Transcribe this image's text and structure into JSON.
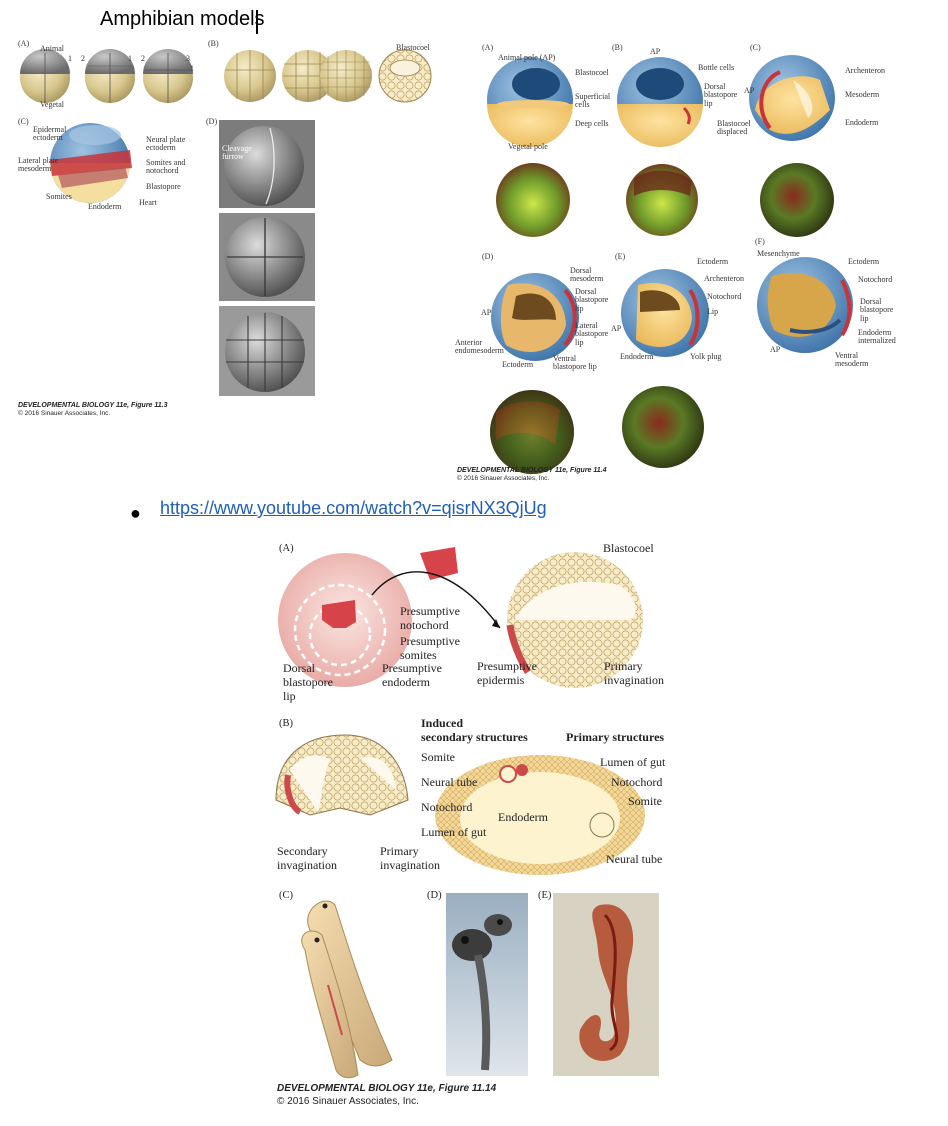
{
  "slide": {
    "title": "Amphibian models",
    "link": "https://www.youtube.com/watch?v=qisrNX3QjUg"
  },
  "fig113": {
    "panel_a": "(A)",
    "panel_b": "(B)",
    "panel_c": "(C)",
    "panel_d": "(D)",
    "animal": "Animal",
    "vegetal": "Vegetal",
    "n1": "1",
    "n2": "2",
    "n3": "3",
    "blastocoel": "Blastocoel",
    "epidermal_ectoderm": "Epidermal\nectoderm",
    "lateral_plate": "Lateral plate\nmesoderm",
    "somites": "Somites",
    "endoderm": "Endoderm",
    "heart": "Heart",
    "blastopore": "Blastopore",
    "somites_notochord": "Somites and\nnotochord",
    "neural_plate": "Neural plate\nectoderm",
    "cleavage_furrow": "Cleavage\nfurrow",
    "credit_title": "DEVELOPMENTAL BIOLOGY 11e, Figure 11.3",
    "credit_copy": "© 2016 Sinauer Associates, Inc."
  },
  "fig114": {
    "panel_a": "(A)",
    "panel_b": "(B)",
    "panel_c": "(C)",
    "panel_d": "(D)",
    "panel_e": "(E)",
    "panel_f": "(F)",
    "animal_pole": "Animal pole (AP)",
    "vegetal_pole": "Vegetal pole",
    "blastocoel": "Blastocoel",
    "superficial_cells": "Superficial\ncells",
    "deep_cells": "Deep cells",
    "ap": "AP",
    "bottle_cells": "Bottle cells",
    "dorsal_blastopore_lip": "Dorsal\nblastopore\nlip",
    "archenteron": "Archenteron",
    "mesoderm": "Mesoderm",
    "endoderm": "Endoderm",
    "blastocoel_displaced": "Blastocoel\ndisplaced",
    "dorsal_mesoderm": "Dorsal\nmesoderm",
    "lateral_blastopore_lip": "Lateral\nblastopore\nlip",
    "anterior_endomesoderm": "Anterior\nendomesoderm",
    "ectoderm": "Ectoderm",
    "ventral_blastopore_lip": "Ventral\nblastopore lip",
    "notochord": "Notochord",
    "lip": "Lip",
    "yolk_plug": "Yolk plug",
    "mesenchyme": "Mesenchyme",
    "endoderm_internalized": "Endoderm\ninternalized",
    "ventral_mesoderm": "Ventral\nmesoderm",
    "credit_title": "DEVELOPMENTAL BIOLOGY 11e, Figure 11.4",
    "credit_copy": "© 2016 Sinauer Associates, Inc."
  },
  "fig1114": {
    "panel_a": "(A)",
    "panel_b": "(B)",
    "panel_c": "(C)",
    "panel_d": "(D)",
    "panel_e": "(E)",
    "blastocoel": "Blastocoel",
    "presumptive_notochord": "Presumptive\nnotochord",
    "presumptive_somites": "Presumptive\nsomites",
    "presumptive_endoderm": "Presumptive\nendoderm",
    "dorsal_blastopore_lip": "Dorsal\nblastopore\nlip",
    "presumptive_epidermis": "Presumptive\nepidermis",
    "primary_invagination": "Primary\ninvagination",
    "induced_secondary": "Induced\nsecondary structures",
    "primary_structures": "Primary structures",
    "somite": "Somite",
    "neural_tube": "Neural tube",
    "notochord": "Notochord",
    "lumen_of_gut": "Lumen of gut",
    "endoderm": "Endoderm",
    "secondary_invagination": "Secondary\ninvagination",
    "credit_title": "DEVELOPMENTAL BIOLOGY 11e, Figure 11.14",
    "credit_copy": "© 2016 Sinauer Associates, Inc."
  }
}
